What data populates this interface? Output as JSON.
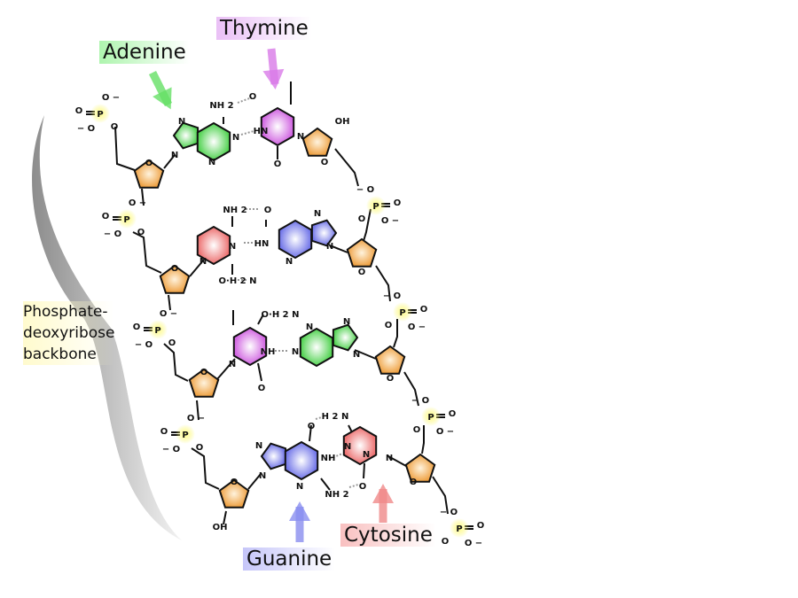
{
  "labels": {
    "adenine": "Adenine",
    "thymine": "Thymine",
    "guanine": "Guanine",
    "cytosine": "Cytosine",
    "backbone_line1": "Phosphate-",
    "backbone_line2": "deoxyribose",
    "backbone_line3": "backbone"
  },
  "atoms": {
    "nitrogen": "N",
    "oxygen": "O",
    "amine": "NH 2",
    "amine_rev": "H 2 N",
    "imine": "HN",
    "imine_rev": "NH",
    "hydroxyl": "OH",
    "phosphorus": "P",
    "oxide": "O −",
    "oxide_rev": "− O",
    "hydrogen_bond_oh": "O·H 2 N"
  },
  "colors": {
    "adenine": "#66e066",
    "thymine": "#d97ae8",
    "guanine": "#8a8ef0",
    "cytosine": "#f08a8a",
    "sugar": "#f2a94a",
    "phosphate": "#f5f06a",
    "bracket": "#9a9a9a"
  }
}
